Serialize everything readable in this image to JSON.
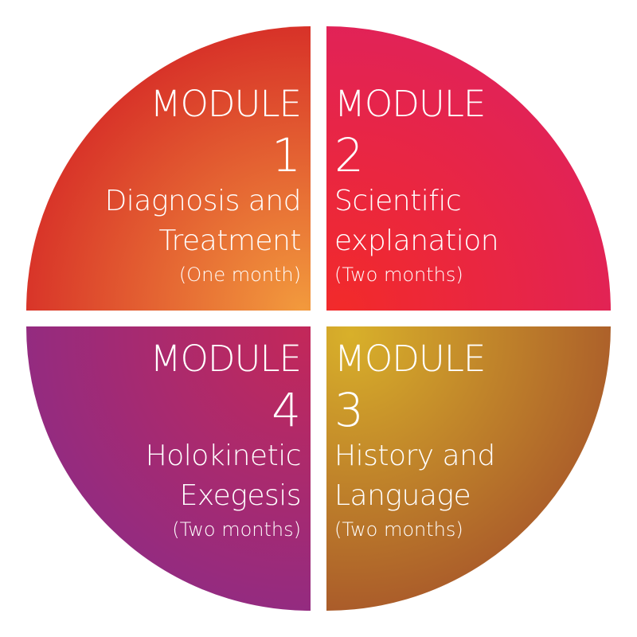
{
  "quadrants": [
    {
      "module_label": "MODULE",
      "number": "1",
      "title_lines": [
        "Diagnosis and",
        "Treatment"
      ],
      "duration": "(One month)",
      "colors": [
        "#f29a3d",
        "#d62b27"
      ]
    },
    {
      "module_label": "MODULE",
      "number": "2",
      "title_lines": [
        "Scientific",
        "explanation"
      ],
      "duration": "(Two months)",
      "colors": [
        "#f22a2a",
        "#e0225a"
      ]
    },
    {
      "module_label": "MODULE",
      "number": "3",
      "title_lines": [
        "History and",
        "Language"
      ],
      "duration": "(Two months)",
      "colors": [
        "#d8b02a",
        "#a6542a"
      ]
    },
    {
      "module_label": "MODULE",
      "number": "4",
      "title_lines": [
        "Holokinetic",
        "Exegesis"
      ],
      "duration": "(Two months)",
      "colors": [
        "#c2285a",
        "#8a2c88"
      ]
    }
  ]
}
